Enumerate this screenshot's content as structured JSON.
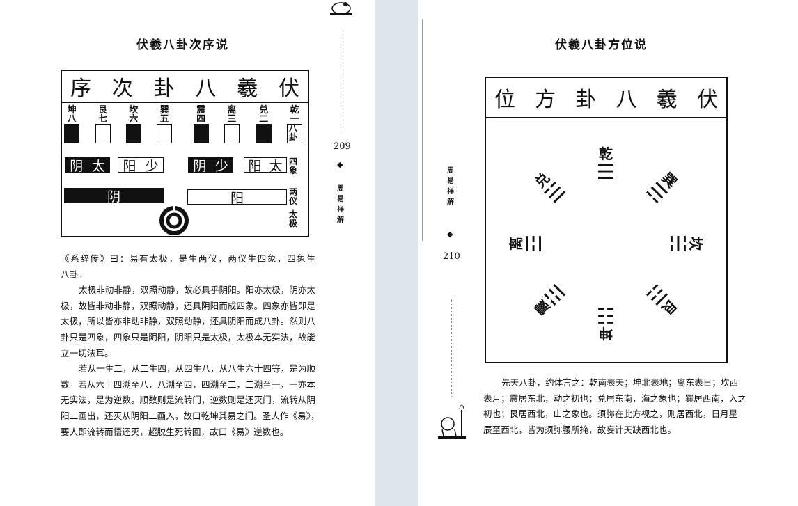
{
  "left_page": {
    "title": "伏羲八卦次序说",
    "page_number": "209",
    "running_head": [
      "周",
      "易",
      "祥",
      "解"
    ],
    "diagram": {
      "header": [
        "序",
        "次",
        "卦",
        "八",
        "羲",
        "伏"
      ],
      "trigrams": [
        {
          "name": "坤",
          "number": "八",
          "shade": "black"
        },
        {
          "name": "艮",
          "number": "七",
          "shade": "white"
        },
        {
          "name": "坎",
          "number": "六",
          "shade": "black"
        },
        {
          "name": "巽",
          "number": "五",
          "shade": "white"
        },
        {
          "name": "震",
          "number": "四",
          "shade": "black"
        },
        {
          "name": "离",
          "number": "三",
          "shade": "white"
        },
        {
          "name": "兑",
          "number": "二",
          "shade": "black"
        },
        {
          "name": "乾",
          "number": "一",
          "shade": "white"
        }
      ],
      "four_symbols": [
        {
          "chars": [
            "阴",
            "太"
          ],
          "shade": "black"
        },
        {
          "chars": [
            "阳",
            "少"
          ],
          "shade": "white"
        },
        {
          "chars": [
            "阴",
            "少"
          ],
          "shade": "black"
        },
        {
          "chars": [
            "阳",
            "太"
          ],
          "shade": "white"
        }
      ],
      "two_modes": [
        {
          "label": "阴",
          "shade": "black"
        },
        {
          "label": "阳",
          "shade": "white"
        }
      ],
      "row_labels": {
        "eight": "八卦",
        "four": "四象",
        "two": "两仪",
        "taiji": "太极"
      }
    },
    "paragraphs": [
      [
        "《系辞传》曰：易有太极，是生两仪，两仪生四象，四象生",
        "八卦。"
      ],
      [
        "太极非动非静，双照动静，故必具乎阴阳。阳亦太极，阴亦太",
        "极，故皆非动非静，双照动静，还具阴阳而成四象。四象亦皆即是",
        "太极，所以皆亦非动非静，双照动静，还具阴阳而成八卦。然则八",
        "卦只是四象，四象只是阴阳，阴阳只是太极，太极本无实法，故能",
        "立一切法耳。"
      ],
      [
        "若从一生二，从二生四，从四生八，从八生六十四等，是为顺",
        "数。若从六十四溯至八，八溯至四，四溯至二，二溯至一，一亦本",
        "无实法，是为逆数。顺数则是流转门，逆数则是还灭门，流转从阴",
        "阳二画出，还灭从阴阳二画入，故曰乾坤其易之门。圣人作《易》，",
        "要人即流转而悟还灭，超脱生死转回，故曰《易》逆数也。"
      ]
    ]
  },
  "right_page": {
    "title": "伏羲八卦方位说",
    "page_number": "210",
    "running_head": [
      "周",
      "易",
      "祥",
      "解"
    ],
    "diagram": {
      "header": [
        "位",
        "方",
        "卦",
        "八",
        "羲",
        "伏"
      ],
      "trigrams": [
        {
          "name": "乾",
          "glyph": "☰",
          "direction": "south"
        },
        {
          "name": "巽",
          "glyph": "☴",
          "direction": "southwest"
        },
        {
          "name": "坎",
          "glyph": "☵",
          "direction": "west"
        },
        {
          "name": "艮",
          "glyph": "☶",
          "direction": "northwest"
        },
        {
          "name": "坤",
          "glyph": "☷",
          "direction": "north"
        },
        {
          "name": "震",
          "glyph": "☳",
          "direction": "northeast"
        },
        {
          "name": "离",
          "glyph": "☲",
          "direction": "east"
        },
        {
          "name": "兑",
          "glyph": "☱",
          "direction": "southeast"
        }
      ]
    },
    "paragraph": [
      "先天八卦，约体言之：乾南表天；坤北表地；离东表日；坎西",
      "表月；震居东北，动之初也；兑居东南，海之象也；巽居西南，入之",
      "初也；艮居西北，山之象也。须弥在此方视之，则居西北，日月星",
      "辰至西北，皆为须弥腰所掩，故妄计天缺西北也。"
    ]
  },
  "colors": {
    "gutter": "#dfe6ee",
    "ink": "#111111"
  }
}
